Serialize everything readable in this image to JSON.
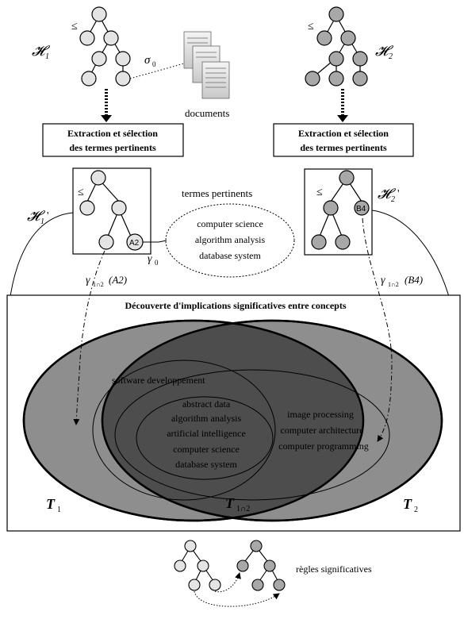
{
  "hierarchies": {
    "h1": "𝓗",
    "h1_sub": "1",
    "h2": "𝓗",
    "h2_sub": "2",
    "h1p": "𝓗",
    "h1p_sub": "1",
    "h1p_prime": "'",
    "h2p": "𝓗",
    "h2p_sub": "2",
    "h2p_prime": "'",
    "leq": "≤"
  },
  "sigma": {
    "symbol": "σ",
    "sub": "0"
  },
  "documents_label": "documents",
  "extraction": {
    "left_line1": "Extraction et sélection",
    "left_line2": "des termes pertinents",
    "right_line1": "Extraction et sélection",
    "right_line2": "des termes pertinents"
  },
  "relevant_terms": {
    "title": "termes pertinents",
    "items": [
      "computer science",
      "algorithm analysis",
      "database system"
    ]
  },
  "node_labels": {
    "a2": "A2",
    "b4": "B4"
  },
  "gamma0": {
    "symbol": "γ",
    "sub": "0"
  },
  "gamma_left": {
    "symbol": "γ",
    "sub": "1∩2",
    "arg": "(A2)"
  },
  "gamma_right": {
    "symbol": "γ",
    "sub": "1∩2",
    "arg": "(B4)"
  },
  "discovery_title": "Découverte d'implications significatives entre concepts",
  "sets": {
    "t1": "T",
    "t1_sub": "1",
    "t2": "T",
    "t2_sub": "2",
    "t12": "T",
    "t12_sub": "1∩2"
  },
  "ellipse_terms": {
    "software": "software developpement",
    "inner_left": [
      "abstract data",
      "algorithm analysis",
      "artificial intelligence",
      "computer science",
      "database system"
    ],
    "inner_right": [
      "image processing",
      "computer architecture",
      "computer programming"
    ]
  },
  "rules_label": "règles significatives",
  "colors": {
    "light_node": "#e4e4e4",
    "dark_node": "#a8a8a8",
    "t1_fill": "#8e8e8e",
    "t12_fill": "#4d4d4d",
    "t2_fill": "#8e8e8e"
  }
}
